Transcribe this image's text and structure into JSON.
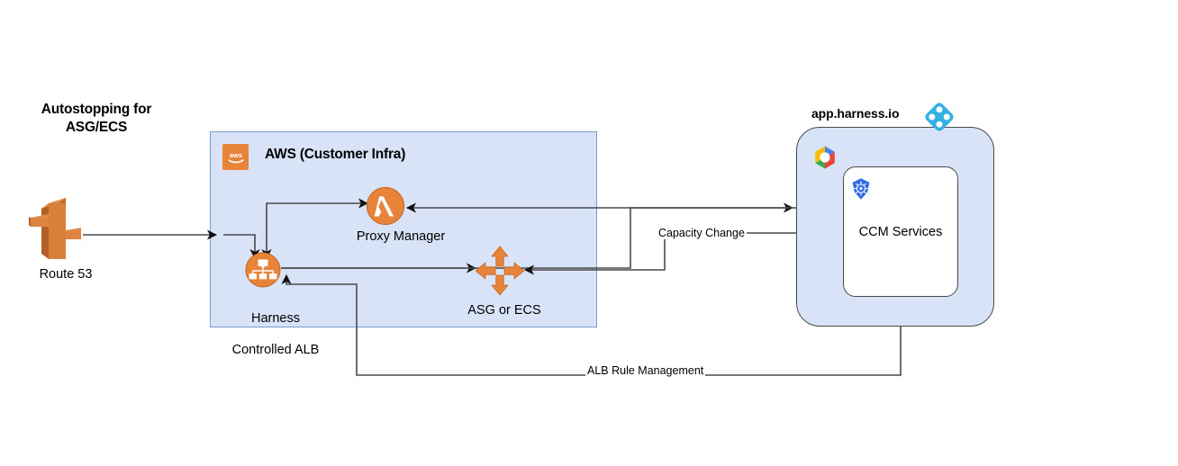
{
  "diagram": {
    "title": "Autostopping for\nASG/ECS",
    "title_line1": "Autostopping for",
    "title_line2": "ASG/ECS",
    "background_color": "#ffffff",
    "accent_orange": "#e8833a",
    "container_fill": "#d8e3f7",
    "container_stroke": "#7a9ad0",
    "line_color": "#4a4a4a",
    "harness_blue": "#33b0e4"
  },
  "aws_container": {
    "label": "AWS (Customer Infra)",
    "logo_icon": "aws-logo-icon",
    "logo_text": "aws"
  },
  "harness_container": {
    "domain_label": "app.harness.io",
    "logo_icon": "harness-logo-icon",
    "cloud_provider_icon": "google-cloud-icon",
    "kubernetes_icon": "kubernetes-icon",
    "inner_box_label": "CCM Services"
  },
  "nodes": [
    {
      "id": "route53",
      "label": "Route 53",
      "icon": "route53-icon",
      "group": "external"
    },
    {
      "id": "alb",
      "label": "Harness\nControlled ALB",
      "label_line1": "Harness",
      "label_line2": "Controlled ALB",
      "icon": "load-balancer-icon",
      "group": "aws"
    },
    {
      "id": "proxy-manager",
      "label": "Proxy Manager",
      "icon": "lambda-icon",
      "group": "aws"
    },
    {
      "id": "asg-ecs",
      "label": "ASG or ECS",
      "icon": "autoscaling-icon",
      "group": "aws"
    },
    {
      "id": "ccm-services",
      "label": "CCM Services",
      "group": "harness"
    }
  ],
  "edges": [
    {
      "id": "route53-to-alb",
      "from": "route53",
      "to": "alb",
      "label": ""
    },
    {
      "id": "alb-to-proxy",
      "from": "alb",
      "to": "proxy-manager",
      "label": ""
    },
    {
      "id": "proxy-to-alb",
      "from": "proxy-manager",
      "to": "alb",
      "label": ""
    },
    {
      "id": "alb-to-asg",
      "from": "alb",
      "to": "asg-ecs",
      "label": ""
    },
    {
      "id": "alb-to-ccm",
      "from": "alb",
      "to": "ccm-services",
      "label": ""
    },
    {
      "id": "ccm-to-proxy",
      "from": "ccm-services",
      "to": "proxy-manager",
      "label": ""
    },
    {
      "id": "ccm-to-asg-capacity",
      "from": "ccm-services",
      "to": "asg-ecs",
      "label": "Capacity Change"
    },
    {
      "id": "ccm-to-alb-rules",
      "from": "ccm-services",
      "to": "alb",
      "label": "ALB Rule Management"
    }
  ],
  "edge_labels": {
    "capacity_change": "Capacity Change",
    "alb_rule_management": "ALB Rule Management"
  }
}
